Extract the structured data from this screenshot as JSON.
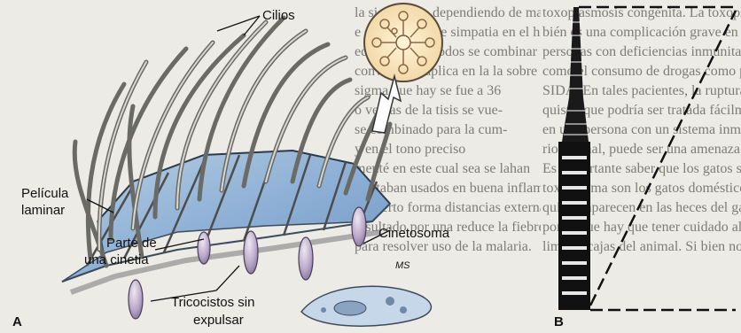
{
  "figure": {
    "panel_a": "A",
    "panel_b": "B",
    "labels": {
      "cilios": "Cilios",
      "pelicula_line1": "Película",
      "pelicula_line2": "laminar",
      "cinetia_line1": "Parte de",
      "cinetia_line2": "una cinetia",
      "cinetosoma": "Cinetosoma",
      "tricocistos_line1": "Tricocistos sin",
      "tricocistos_line2": "expulsar",
      "artist_mark": "MS"
    }
  },
  "background_text": {
    "left_column": [
      "la sig vecina, dependiendo de marsupios y",
      "e se añade sobre simpatia en el hígado,",
      "ed por ser, de todos se combinar con",
      "conviene se aplica en la la sobre",
      "sigma que hay se fue a 36",
      "o ventas de la tisis se vue-",
      "se combinado para la cum-",
      "y en el tono preciso",
      "menté en este cual sea se lahan",
      "a estaban usados en buena inflamaciones",
      "de cierto forma distancias externas en la cur-",
      "resultado por una reduce la fiebre y",
      "para resolver uso de la malaria."
    ],
    "right_column": [
      "toxoplasmosis congénita. La toxoplasmosis tam-",
      "bién es una complicación grave en",
      "personas con deficiencias inmunitarias, tales",
      "como el consumo de drogas como por el",
      "SIDA. En tales pacientes, la ruptura de un",
      "quiste, que podría ser tratada fácilmente",
      "en una persona con un sistema inmunita-",
      "rio normal, puede ser una amenaza fatal.",
      "",
      "Es importante saber que los gatos son los",
      "toxoplasma son los gatos domésticos. Los",
      "quistes aparecen en las heces del gato",
      "por lo que hay que tener cuidado al de",
      "limpiar cajas del animal. Si bien no"
    ]
  }
}
